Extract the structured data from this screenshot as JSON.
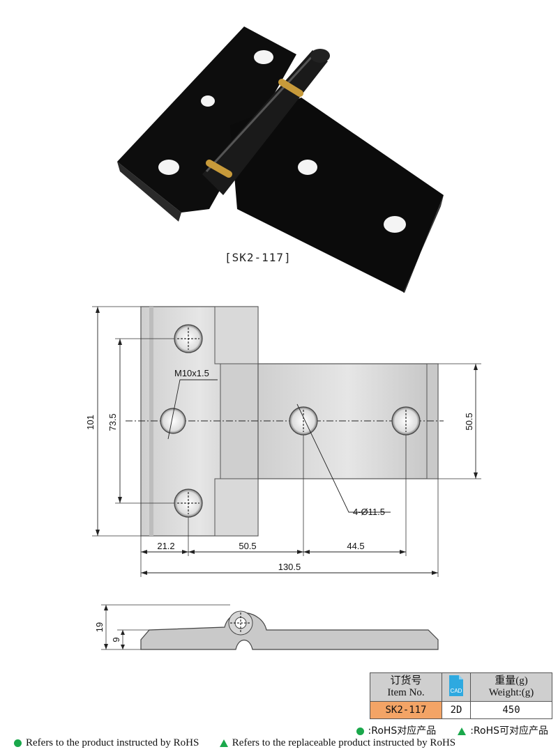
{
  "product": {
    "code_caption": "[SK2-117]"
  },
  "dimensions": {
    "thread": "M10x1.5",
    "hole_spec": "4-Ø11.5",
    "height_total": "101",
    "hole_pitch_vertical": "73.5",
    "right_leaf_height": "50.5",
    "dim_21_2": "21.2",
    "dim_50_5": "50.5",
    "dim_44_5": "44.5",
    "overall_width": "130.5",
    "side_height": "19",
    "side_thickness": "9"
  },
  "spec_table": {
    "item_header_cn": "订货号",
    "item_header_en": "Item No.",
    "cad_label": "CAD",
    "weight_header_cn": "重量(g)",
    "weight_header_en": "Weight:(g)",
    "item_no": "SK2-117",
    "cad_value": "2D",
    "weight": "450"
  },
  "legend": {
    "rohs_cn": ":RoHS对应产品",
    "rohs_replaceable_cn": ":RoHS可对应产品",
    "rohs_en": "Refers to the product instructed by RoHS",
    "rohs_replaceable_en": "Refers to the replaceable product instructed by RoHS"
  },
  "colors": {
    "rohs_marker": "#1aa84b",
    "item_cell": "#f3a466",
    "header_cell": "#cfcfcf"
  }
}
